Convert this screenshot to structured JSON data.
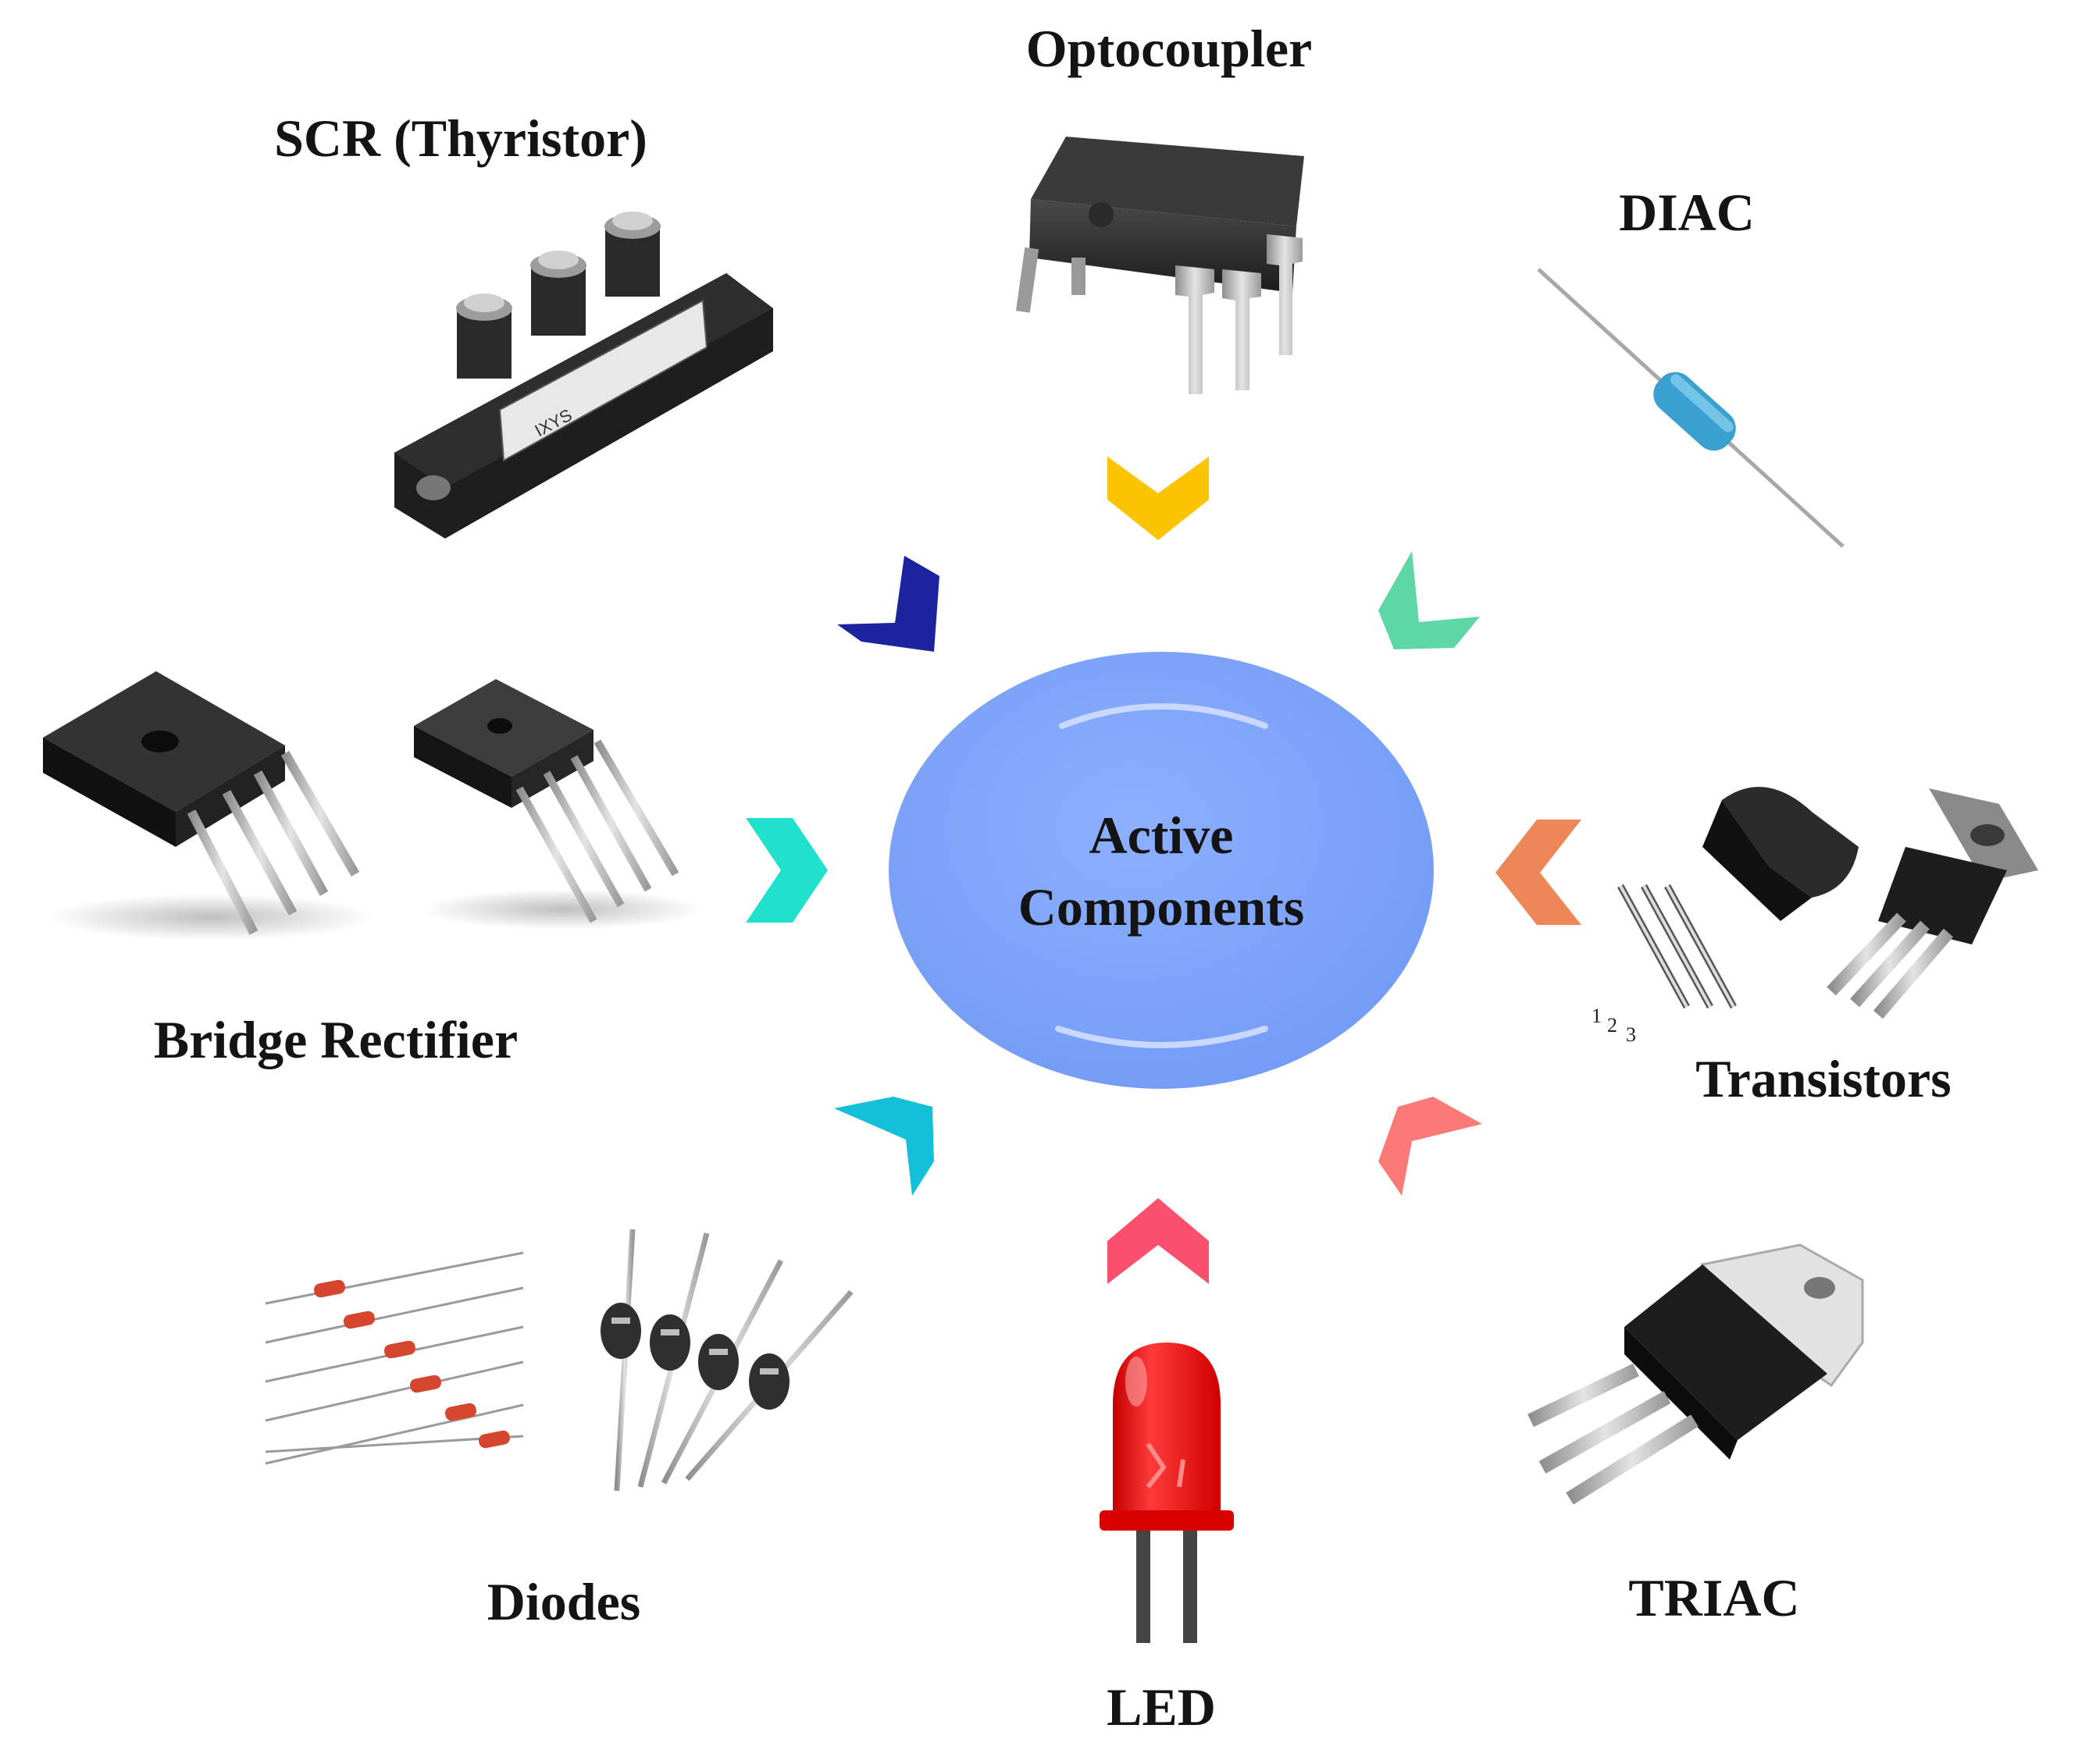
{
  "center": {
    "line1": "Active",
    "line2": "Components",
    "color": "#7fa4fb"
  },
  "components": [
    {
      "label": "Optocoupler"
    },
    {
      "label": "SCR (Thyristor)"
    },
    {
      "label": "DIAC"
    },
    {
      "label": "Bridge Rectifier"
    },
    {
      "label": "Transistors"
    },
    {
      "label": "Diodes"
    },
    {
      "label": "LED"
    },
    {
      "label": "TRIAC"
    }
  ],
  "transistor_pins": [
    "1",
    "2",
    "3"
  ],
  "arrow_colors": {
    "top": "#fcc400",
    "top_left": "#1b239e",
    "top_right": "#5dd7a5",
    "left": "#20e2cc",
    "right": "#ee8758",
    "bottom_left": "#13bfd9",
    "bottom": "#fb4f6e",
    "bottom_right": "#fb7a78"
  },
  "icons": {
    "optocoupler": "dip-ic-icon",
    "scr": "thyristor-module-icon",
    "diac": "axial-diac-icon",
    "bridge": "bridge-rectifier-icon",
    "transistors": "to92-to220-transistor-icon",
    "diodes": "axial-diode-icon",
    "led": "red-led-icon",
    "triac": "to220-triac-icon"
  }
}
